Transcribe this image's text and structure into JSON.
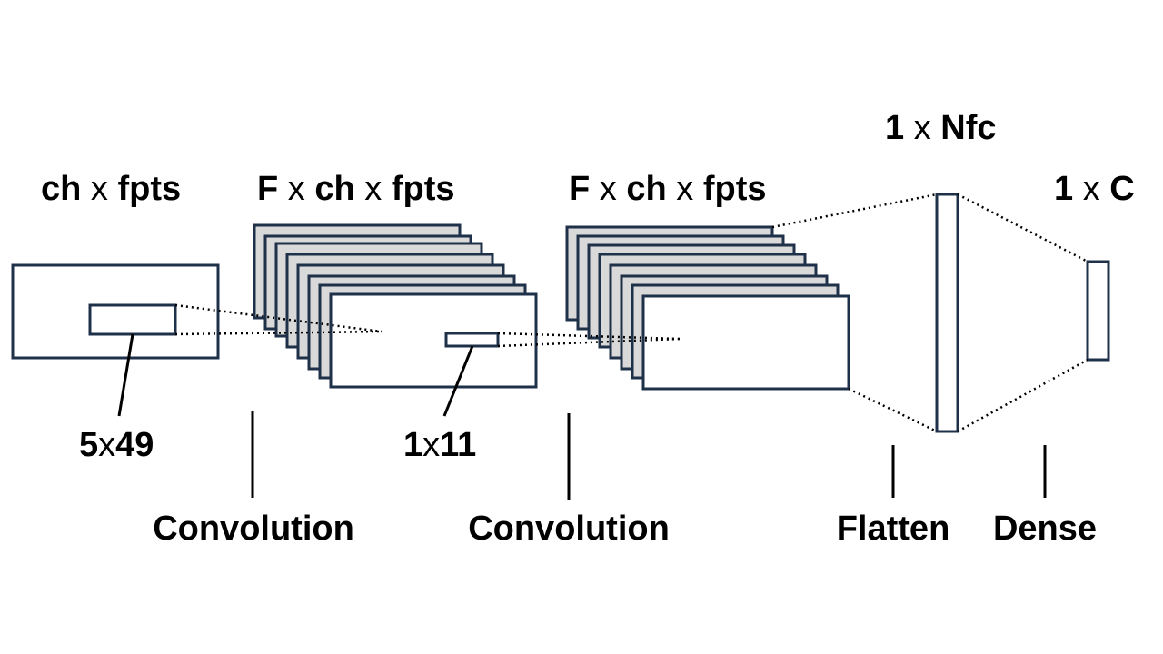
{
  "labels": {
    "input": {
      "a": "ch",
      "x1": "x",
      "b": "fpts"
    },
    "conv1_out": {
      "a": "F",
      "x1": "x",
      "b": "ch",
      "x2": "x",
      "c": "fpts"
    },
    "conv2_out": {
      "a": "F",
      "x1": "x",
      "b": "ch",
      "x2": "x",
      "c": "fpts"
    },
    "flatten_out": {
      "a": "1",
      "x1": "x",
      "b": "Nfc"
    },
    "dense_out": {
      "a": "1",
      "x1": "x",
      "b": "C"
    },
    "kernel1": {
      "a": "5",
      "x1": "x",
      "b": "49"
    },
    "kernel2": {
      "a": "1",
      "x1": "x",
      "b": "11"
    }
  },
  "stages": [
    "Convolution",
    "Convolution",
    "Flatten",
    "Dense"
  ],
  "colors": {
    "box_stroke": "#1f3049",
    "stack_fill": "#d9d9d9",
    "text": "#000000"
  }
}
